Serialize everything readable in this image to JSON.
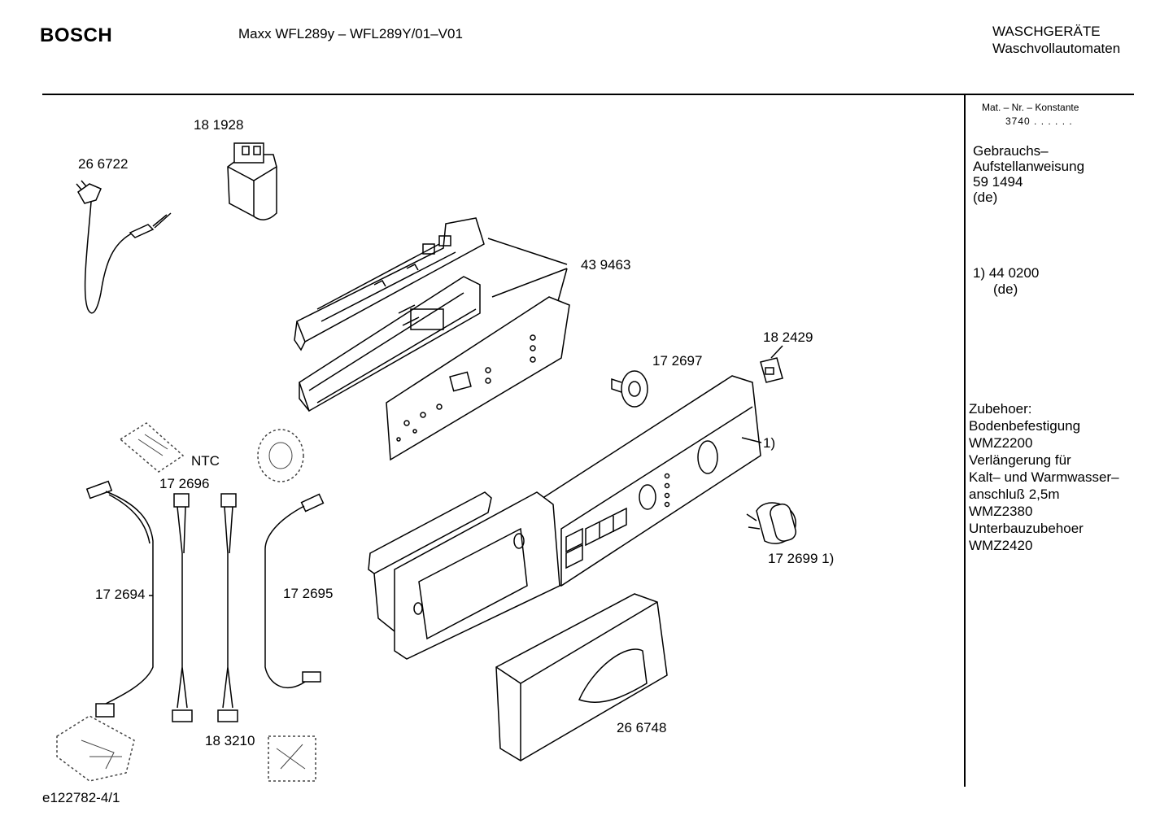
{
  "header": {
    "brand": "BOSCH",
    "model": "Maxx WFL289y – WFL289Y/01–V01",
    "category_line1": "WASCHGERÄTE",
    "category_line2": "Waschvollautomaten"
  },
  "sidebar": {
    "mat_label": "Mat. – Nr. – Konstante",
    "mat_value": "3740 . .   . . . .",
    "manual_line1": "Gebrauchs–",
    "manual_line2": "Aufstellanweisung",
    "manual_number": "59 1494",
    "manual_lang": "(de)",
    "footnote_number": "1)  44 0200",
    "footnote_lang": "(de)",
    "accessories": [
      " Zubehoer:",
      "Bodenbefestigung",
      "WMZ2200",
      "Verlängerung für",
      "Kalt– und Warmwasser–",
      "anschluß 2,5m",
      "WMZ2380",
      "Unterbauzubehoer",
      "WMZ2420"
    ]
  },
  "parts": {
    "p181928": "18 1928",
    "p266722": "26 6722",
    "p439463": "43 9463",
    "p182429": "18 2429",
    "p172697": "17 2697",
    "p_footnote": "1)",
    "ntc": "NTC",
    "p172696": "17 2696",
    "p172694": "17 2694",
    "p172695": "17 2695",
    "p1726991": "17 2699 1)",
    "p266748": "26 6748",
    "p183210": "18 3210"
  },
  "footer": {
    "drawing_id": "e122782-4/1"
  }
}
